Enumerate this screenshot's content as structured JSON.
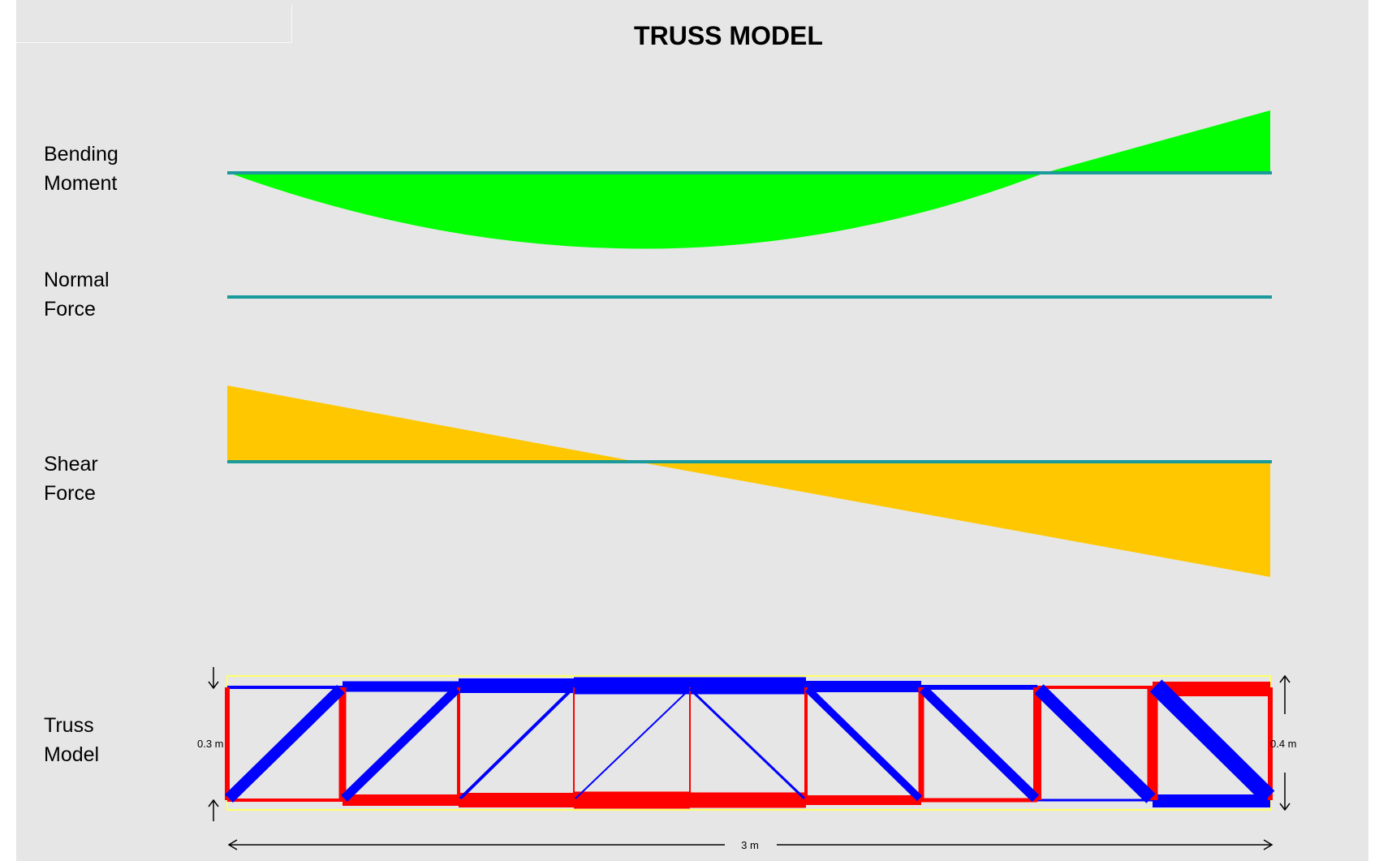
{
  "title": "TRUSS MODEL",
  "rows": {
    "bending": {
      "line1": "Bending",
      "line2": "Moment"
    },
    "normal": {
      "line1": "Normal",
      "line2": "Force"
    },
    "shear": {
      "line1": "Shear",
      "line2": "Force"
    },
    "truss": {
      "line1": "Truss",
      "line2": "Model"
    }
  },
  "dimensions": {
    "span": "3 m",
    "left_height": "0.3 m",
    "right_height": "0.4 m"
  },
  "colors": {
    "background": "#e6e6e6",
    "baseline": "#1a9a9a",
    "moment_fill": "#00ff00",
    "shear_fill": "#ffc700",
    "compression": "#0000ff",
    "tension": "#ff0000"
  }
}
